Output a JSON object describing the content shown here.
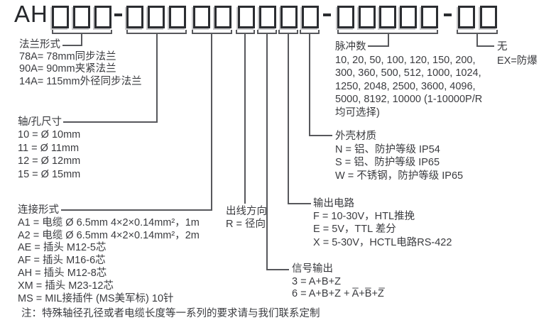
{
  "code": {
    "prefix": "AH",
    "dash": "-",
    "groups": [
      {
        "id": "flange",
        "boxes": 3
      },
      {
        "id": "shaft",
        "boxes": 3
      },
      {
        "id": "connection",
        "boxes": 2
      },
      {
        "id": "outlet",
        "boxes": 1
      },
      {
        "id": "signal",
        "boxes": 1
      },
      {
        "id": "circuit",
        "boxes": 1
      },
      {
        "id": "housing",
        "boxes": 1
      },
      {
        "id": "pulses",
        "boxes": 5
      },
      {
        "id": "explosion",
        "boxes": 2
      }
    ]
  },
  "blocks": {
    "flange": {
      "title": "法兰形式",
      "options": [
        "78A= 78mm同步法兰",
        "90A= 90mm夹紧法兰",
        "14A= 115mm外径同步法兰"
      ]
    },
    "shaft": {
      "title": "轴/孔尺寸",
      "options": [
        "10 = Ø 10mm",
        "11 = Ø 11mm",
        "12 = Ø 12mm",
        "15 = Ø 15mm"
      ]
    },
    "connection": {
      "title": "连接形式",
      "options": [
        "A1 = 电缆 Ø 6.5mm 4×2×0.14mm²，1m",
        "A2 = 电缆 Ø 6.5mm 4×2×0.14mm²，2m",
        "AE = 插头 M12-5芯",
        "AF = 插头 M16-6芯",
        "AH = 插头 M12-8芯",
        "XM = 插头 M23-12芯",
        "MS = MIL接插件 (MS美军标) 10针"
      ]
    },
    "outlet": {
      "title": "出线方向",
      "options": [
        "R = 径向"
      ]
    },
    "signal": {
      "title": "信号输出",
      "options": [
        "3 = A+B+Z",
        "6 = A+B+Z + A̅+B̅+Z̅"
      ]
    },
    "circuit": {
      "title": "输出电路",
      "options": [
        "F = 10-30V，HTL推挽",
        "E = 5V，TTL 差分",
        "X = 5-30V，HCTL电路RS-422"
      ]
    },
    "housing": {
      "title": "外壳材质",
      "options": [
        "N = 铝、防护等级 IP54",
        "S = 铝、防护等级 IP65",
        "W = 不锈钢，防护等级 IP65"
      ]
    },
    "pulses": {
      "title": "脉冲数",
      "options": [
        "10, 20, 50, 100, 120, 150, 200,",
        "300, 360, 500, 512, 1000, 1024,",
        "1250, 2048, 2500, 3600, 4096,",
        "5000, 8192, 10000 (1-10000P/R",
        "均可选择)"
      ]
    },
    "explosion": {
      "title": "无",
      "options": [
        "EX=防爆"
      ]
    }
  },
  "note": "注：特殊轴径孔径或者电缆长度等一系列的要求请与我们联系定制",
  "colors": {
    "text": "#3a3b3f",
    "line": "#57585c",
    "box_border": "#2b2d31",
    "background": "#ffffff"
  }
}
